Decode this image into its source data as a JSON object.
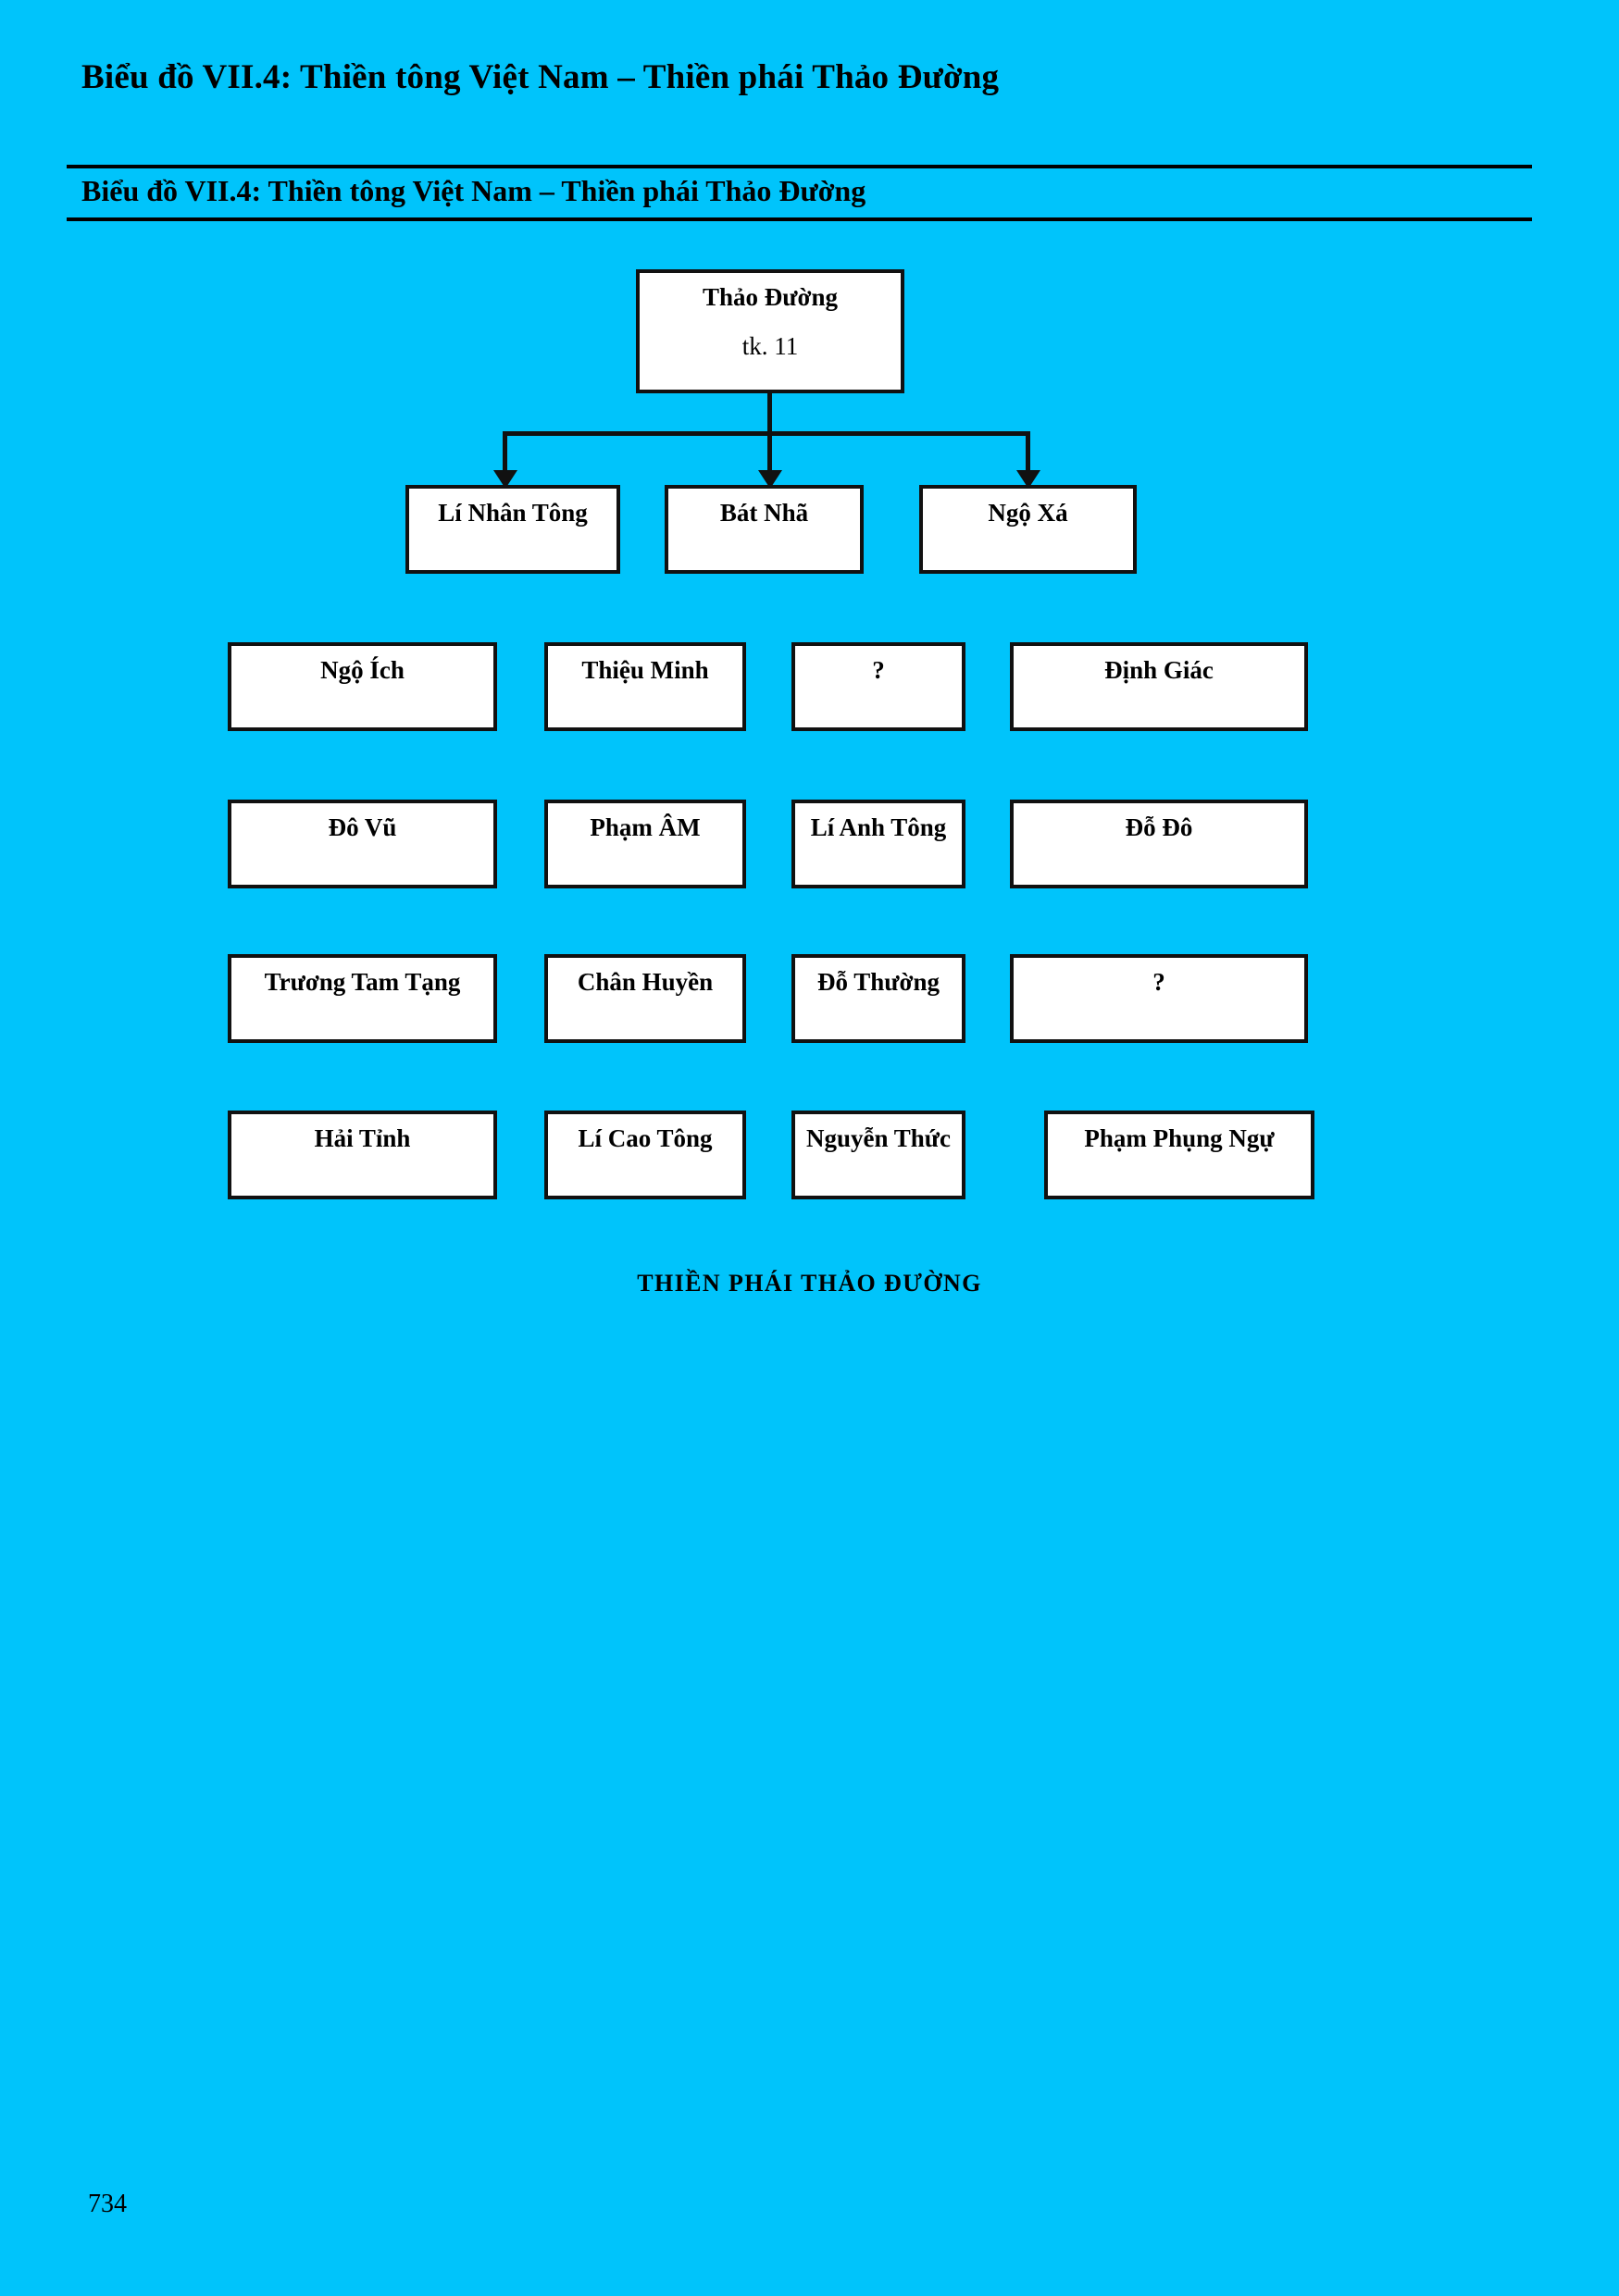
{
  "page": {
    "background_color": "#00c4fb",
    "page_number": "734",
    "title": "Biểu đồ VII.4: Thiền tông Việt Nam – Thiền phái Thảo Đường",
    "running_head": "Biểu đồ VII.4: Thiền tông Việt Nam – Thiền phái Thảo Đường"
  },
  "chart_data": {
    "type": "diagram",
    "title": "Biểu đồ VII.4: Thiền tông Việt Nam – Thiền phái Thảo Đường",
    "caption": "THIỀN PHÁI THẢO ĐƯỜNG",
    "orientation": "top-down",
    "box_fill": "#ffffff",
    "box_border": "#111111",
    "root": {
      "label": "Thảo Đường",
      "sublabel": "tk. 11"
    },
    "generations": [
      {
        "level": 1,
        "connector": "arrow",
        "nodes": [
          {
            "label": "Lí Nhân Tông"
          },
          {
            "label": "Bát Nhã"
          },
          {
            "label": "Ngộ Xá"
          }
        ]
      },
      {
        "level": 2,
        "connector": "none",
        "nodes": [
          {
            "label": "Ngộ Ích"
          },
          {
            "label": "Thiệu Minh"
          },
          {
            "label": "?"
          },
          {
            "label": "Định Giác"
          }
        ]
      },
      {
        "level": 3,
        "connector": "none",
        "nodes": [
          {
            "label": "Đô Vũ"
          },
          {
            "label": "Phạm ÂM"
          },
          {
            "label": "Lí Anh Tông"
          },
          {
            "label": "Đỗ Đô"
          }
        ]
      },
      {
        "level": 4,
        "connector": "none",
        "nodes": [
          {
            "label": "Trương Tam Tạng"
          },
          {
            "label": "Chân Huyền"
          },
          {
            "label": "Đỗ Thường"
          },
          {
            "label": "?"
          }
        ]
      },
      {
        "level": 5,
        "connector": "none",
        "nodes": [
          {
            "label": "Hải Tỉnh"
          },
          {
            "label": "Lí Cao Tông"
          },
          {
            "label": "Nguyễn Thức"
          },
          {
            "label": "Phạm Phụng Ngự"
          }
        ]
      }
    ]
  }
}
